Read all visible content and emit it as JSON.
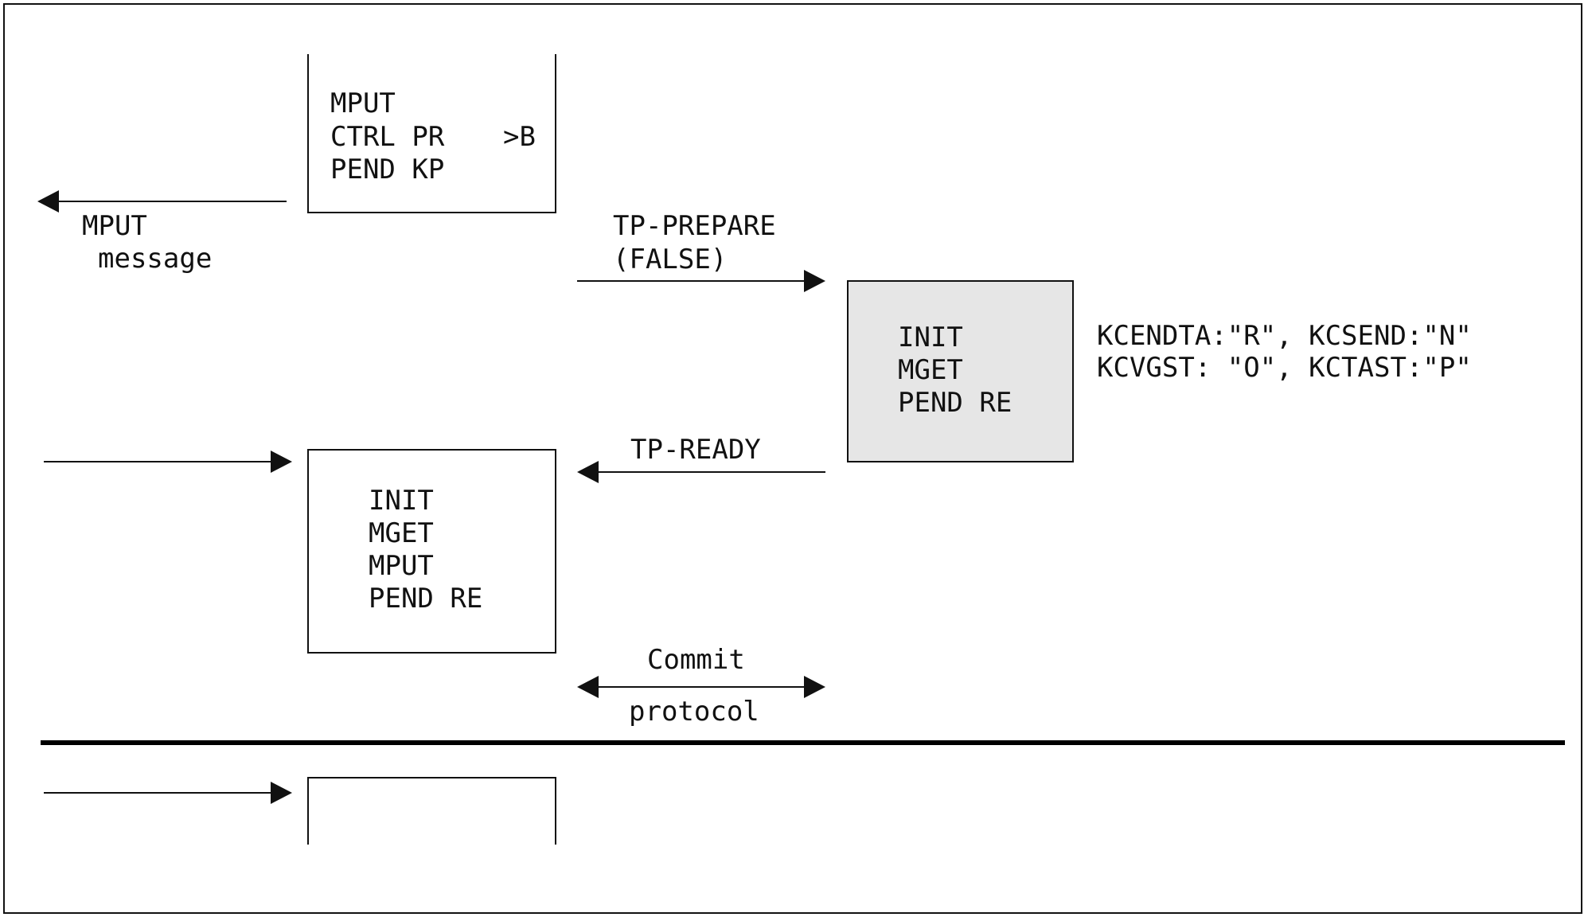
{
  "diagram": {
    "box_top": {
      "line1": "MPUT",
      "line2": "CTRL PR",
      "line2_right": ">B",
      "line3": "PEND KP"
    },
    "arrow_mput_message": {
      "line1": "MPUT",
      "line2": "message"
    },
    "arrow_tp_prepare": {
      "line1": "TP-PREPARE",
      "line2": "(FALSE)"
    },
    "box_shaded": {
      "line1": "INIT",
      "line2": "MGET",
      "line3": "PEND RE"
    },
    "status_text": {
      "line1": "KCENDTA:\"R\", KCSEND:\"N\"",
      "line2": "KCVGST: \"O\", KCTAST:\"P\""
    },
    "arrow_tp_ready": {
      "label": "TP-READY"
    },
    "box_middle": {
      "line1": "INIT",
      "line2": "MGET",
      "line3": "MPUT",
      "line4": "PEND RE"
    },
    "arrow_commit": {
      "line1": "Commit",
      "line2": "protocol"
    },
    "colors": {
      "shaded_box": "#e6e6e6",
      "stroke": "#111111"
    }
  }
}
